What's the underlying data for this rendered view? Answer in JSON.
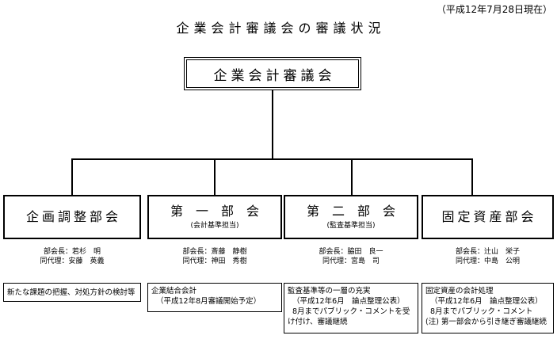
{
  "header": {
    "date_note": "（平成12年7月28日現在）",
    "title": "企業会計審議会の審議状況"
  },
  "root": {
    "label": "企業会計審議会"
  },
  "divisions": [
    {
      "title": "企画調整部会",
      "subtitle": "",
      "chair_label": "部会長：",
      "chair_name": "若杉　明",
      "deputy_label": "同代理：",
      "deputy_name": "安藤　英義",
      "content": [
        "新たな課題の把握、対処方針の検討等"
      ]
    },
    {
      "title": "第　一　部　会",
      "subtitle": "(会計基準担当)",
      "chair_label": "部会長：",
      "chair_name": "斎藤　静樹",
      "deputy_label": "同代理：",
      "deputy_name": "神田　秀樹",
      "content": [
        "企業結合会計",
        "（平成12年8月審議開始予定）"
      ]
    },
    {
      "title": "第　二　部　会",
      "subtitle": "(監査基準担当)",
      "chair_label": "部会長：",
      "chair_name": "脇田　良一",
      "deputy_label": "同代理：",
      "deputy_name": "宮島　司",
      "content": [
        "監査基準等の一層の充実",
        "（平成12年6月　論点整理公表）",
        "8月までパブリック・コメントを受",
        "け付け、審議継続"
      ]
    },
    {
      "title": "固定資産部会",
      "subtitle": "",
      "chair_label": "部会長：",
      "chair_name": "辻山　栄子",
      "deputy_label": "同代理：",
      "deputy_name": "中島　公明",
      "content": [
        "固定資産の会計処理",
        "（平成12年6月　論点整理公表）",
        "8月までパブリック・コメント",
        "(注) 第一部会から引き継ぎ審議継続"
      ]
    }
  ]
}
